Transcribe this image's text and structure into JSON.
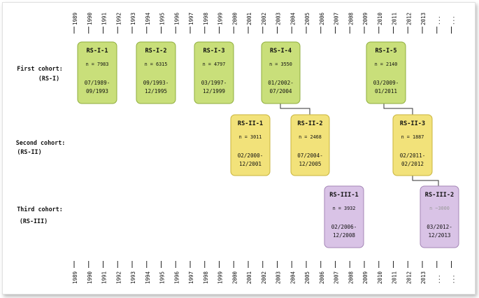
{
  "years": [
    "1989",
    "1990",
    "1991",
    "1992",
    "1993",
    "1994",
    "1995",
    "1996",
    "1997",
    "1998",
    "1999",
    "2000",
    "2001",
    "2002",
    "2003",
    "2004",
    "2005",
    "2006",
    "2007",
    "2008",
    "2009",
    "2010",
    "2011",
    "2012",
    "2013",
    "...",
    "..."
  ],
  "cohorts": [
    {
      "id": "first",
      "label": "First cohort:",
      "code": "(RS-I)"
    },
    {
      "id": "second",
      "label": "Second cohort:",
      "code": "(RS-II)"
    },
    {
      "id": "third",
      "label": "Third cohort:",
      "code": "(RS-III)"
    }
  ],
  "colors": {
    "rs1_fill": "#c9df7a",
    "rs1_stroke": "#8fae3e",
    "rs2_fill": "#f2e27a",
    "rs2_stroke": "#c8b43e",
    "rs3_fill": "#d9c3e6",
    "rs3_stroke": "#a486b6"
  },
  "boxes": [
    {
      "id": "RS-I-1",
      "title": "RS-I-1",
      "n": "n = 7983",
      "date1": "07/1989-",
      "date2": "09/1993",
      "cohort": "first"
    },
    {
      "id": "RS-I-2",
      "title": "RS-I-2",
      "n": "n = 6315",
      "date1": "09/1993-",
      "date2": "12/1995",
      "cohort": "first"
    },
    {
      "id": "RS-I-3",
      "title": "RS-I-3",
      "n": "n = 4797",
      "date1": "03/1997-",
      "date2": "12/1999",
      "cohort": "first"
    },
    {
      "id": "RS-I-4",
      "title": "RS-I-4",
      "n": "n = 3550",
      "date1": "01/2002-",
      "date2": "07/2004",
      "cohort": "first"
    },
    {
      "id": "RS-I-5",
      "title": "RS-I-5",
      "n": "n = 2140",
      "date1": "03/2009-",
      "date2": "01/2011",
      "cohort": "first"
    },
    {
      "id": "RS-II-1",
      "title": "RS-II-1",
      "n": "n = 3011",
      "date1": "02/2000-",
      "date2": "12/2001",
      "cohort": "second"
    },
    {
      "id": "RS-II-2",
      "title": "RS-II-2",
      "n": "n = 2468",
      "date1": "07/2004-",
      "date2": "12/2005",
      "cohort": "second"
    },
    {
      "id": "RS-II-3",
      "title": "RS-II-3",
      "n": "n = 1887",
      "date1": "02/2011-",
      "date2": "02/2012",
      "cohort": "second"
    },
    {
      "id": "RS-III-1",
      "title": "RS-III-1",
      "n": "n = 3932",
      "date1": "02/2006-",
      "date2": "12/2008",
      "cohort": "third"
    },
    {
      "id": "RS-III-2",
      "title": "RS-III-2",
      "n": "n ~3000",
      "date1": "03/2012-",
      "date2": "12/2013",
      "cohort": "third",
      "n_faint": true
    }
  ]
}
